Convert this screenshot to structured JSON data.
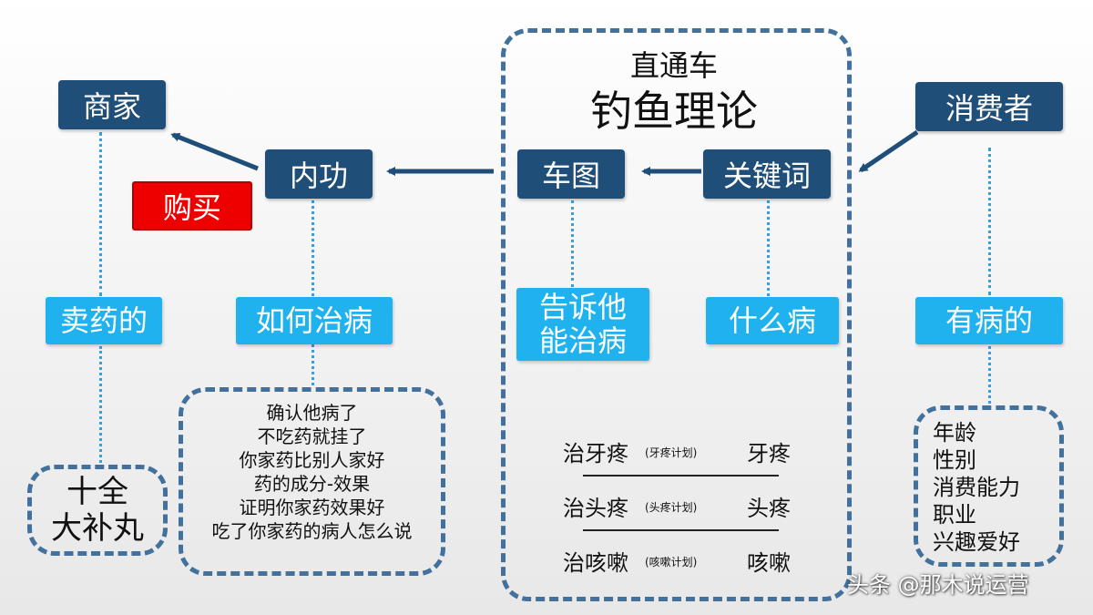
{
  "center": {
    "subtitle": "直通车",
    "title": "钓鱼理论",
    "car_image": "车图",
    "keyword": "关键词",
    "tells_cure": "告诉他能治病",
    "what_disease": "什么病",
    "rows": [
      {
        "plan": "治牙疼",
        "note": "(牙疼计划)",
        "keyword": "牙疼"
      },
      {
        "plan": "治头疼",
        "note": "(头疼计划)",
        "keyword": "头疼"
      },
      {
        "plan": "治咳嗽",
        "note": "(咳嗽计划)",
        "keyword": "咳嗽"
      }
    ]
  },
  "merchant": {
    "label": "商家",
    "role": "卖药的",
    "product_line1": "十全",
    "product_line2": "大补丸"
  },
  "inner": {
    "label": "内功",
    "buy": "购买",
    "how": "如何治病",
    "points": [
      "确认他病了",
      "不吃药就挂了",
      "你家药比别人家好",
      "药的成分-效果",
      "证明你家药效果好",
      "吃了你家药的病人怎么说"
    ]
  },
  "consumer": {
    "label": "消费者",
    "role": "有病的",
    "traits": [
      "年龄",
      "性别",
      "消费能力",
      "职业",
      "兴趣爱好"
    ]
  },
  "watermark": "头条 @那木说运营",
  "colors": {
    "navy": "#1f4e79",
    "cyan": "#1fb2ee",
    "red": "#ee0000",
    "dashed": "#41719c",
    "dotted": "#3b9ed8"
  }
}
